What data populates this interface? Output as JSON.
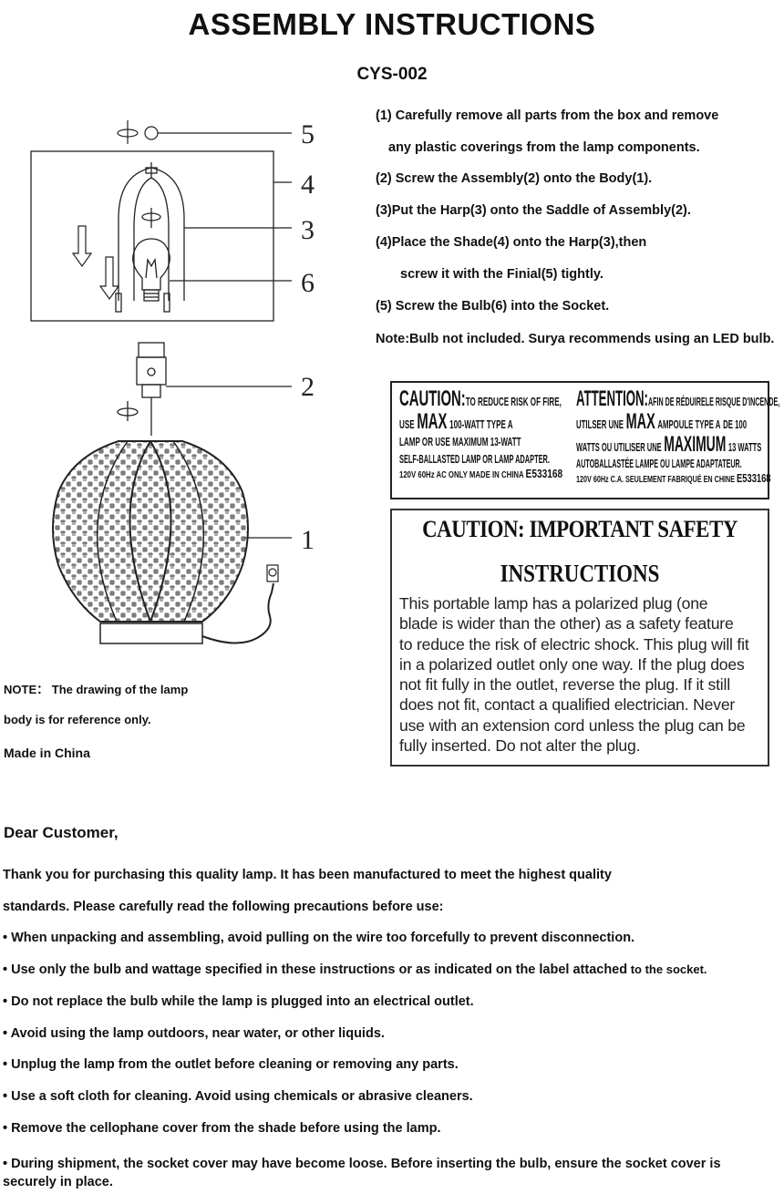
{
  "header": {
    "title": "ASSEMBLY INSTRUCTIONS",
    "model": "CYS-002"
  },
  "diagram": {
    "callouts": [
      "5",
      "4",
      "3",
      "6",
      "2",
      "1"
    ]
  },
  "steps": [
    "(1) Carefully remove all parts from the box and remove",
    "any plastic coverings from the lamp components.",
    "(2) Screw the Assembly(2) onto the Body(1).",
    "(3)Put the Harp(3) onto the Saddle of Assembly(2).",
    "(4)Place the Shade(4) onto the Harp(3),then",
    "screw it with the Finial(5) tightly.",
    "(5) Screw the Bulb(6) into the Socket."
  ],
  "bulb_note": "Note:Bulb not included. Surya recommends using an LED bulb.",
  "caution_label": {
    "en": {
      "line1_big": "CAUTION:",
      "line1_rest": "TO REDUCE RISK OF FIRE,",
      "line2_use": "USE",
      "line2_max": "MAX",
      "line2_rest": "100-WATT TYPE A",
      "line3": "LAMP OR USE MAXIMUM 13-WATT",
      "line4": "SELF-BALLASTED LAMP OR LAMP ADAPTER.",
      "line5": "120V 60Hz AC ONLY MADE IN CHINA",
      "code": "E533168"
    },
    "fr": {
      "line1_big": "ATTENTION:",
      "line1_rest": "AFIN DE RÉDUIRELE RISQUE D'INCENDE,",
      "line2_use": "UTILSER UNE",
      "line2_max": "MAX",
      "line2_rest": "AMPOULE TYPE A",
      "line2_end": "DE 100",
      "line3_a": "WATTS OU UTILISER UNE",
      "line3_max": "MAXIMUM",
      "line3_b": "13 WATTS",
      "line4": "AUTOBALLASTÉE LAMPE OU LAMPE ADAPTATEUR.",
      "line5": "120V 60Hz C.A. SEULEMENT FABRIQUÉ EN CHINE",
      "code": "E533168"
    }
  },
  "safety": {
    "heading1": "CAUTION: IMPORTANT SAFETY",
    "heading2": "INSTRUCTIONS",
    "lines": [
      "This portable lamp has a polarized plug (one",
      "blade is wider than the other) as a safety feature",
      "to reduce the risk of electric shock. This plug will fit",
      "in a polarized outlet only one way. If the plug does",
      "not fit fully in the outlet, reverse the plug. If it still",
      "does not fit, contact a qualified electrician. Never",
      "use with an extension cord unless the plug can be",
      "fully inserted. Do not alter the plug."
    ]
  },
  "left_notes": {
    "note_prefix": "NOTE：",
    "note_line1": "The drawing of the lamp",
    "note_line2": "body is for reference only.",
    "made_in": "Made in China"
  },
  "letter": {
    "greeting": "Dear Customer,",
    "intro1": "Thank you for purchasing this quality lamp. It has been manufactured to meet the highest quality",
    "intro2": "standards. Please carefully read the following precautions before use:",
    "bullets": [
      "• When unpacking and assembling, avoid pulling on the wire too forcefully to prevent disconnection.",
      "• Use only the bulb and wattage specified in these instructions or as indicated on the label attached",
      "• Do not replace the bulb while the lamp is plugged into an electrical outlet.",
      "• Avoid using the lamp outdoors, near water, or other liquids.",
      "• Unplug the lamp from the outlet before cleaning or removing any parts.",
      "• Use a soft cloth for cleaning. Avoid using chemicals or abrasive cleaners.",
      "• Remove the cellophane cover from the shade before using the lamp."
    ],
    "bullet2_tail": " to the socket.",
    "last": "• During shipment, the socket cover may have become loose. Before inserting the bulb, ensure the socket cover is securely in place."
  }
}
